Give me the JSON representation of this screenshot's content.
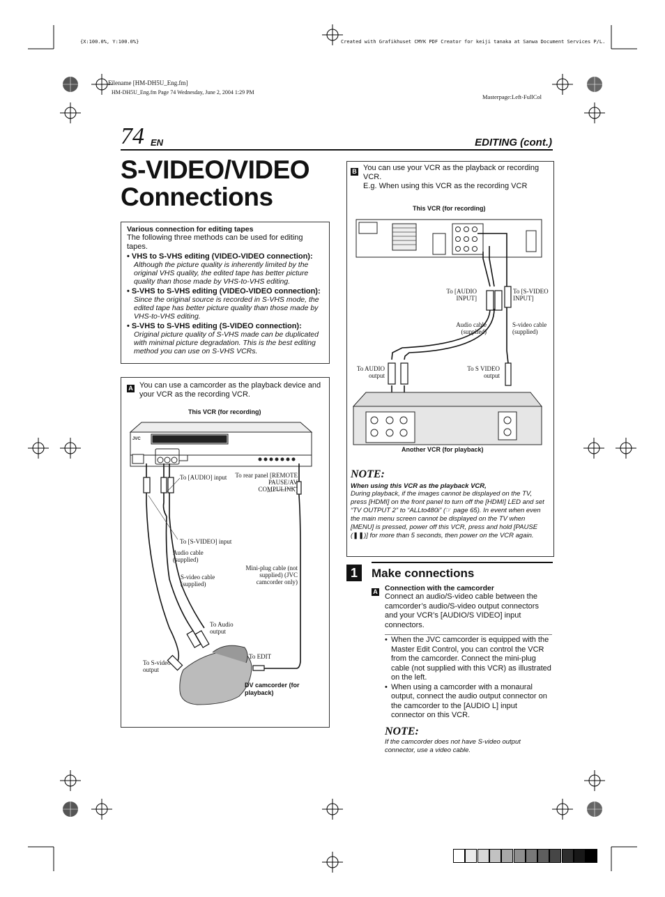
{
  "print_meta": {
    "coords": "{X:100.0%, Y:100.0%}",
    "created_with": "Created with Grafikhuset CMYK PDF Creator for keiji tanaka at Sanwa Document Services P/L.",
    "filename": "Filename [HM-DH5U_Eng.fm]",
    "fm_line": "HM-DH5U_Eng.fm  Page 74  Wednesday, June 2, 2004  1:29 PM",
    "masterpage": "Masterpage:Left-FullCol"
  },
  "header": {
    "page_number": "74",
    "lang": "EN",
    "section": "EDITING (cont.)"
  },
  "title": {
    "line1": "S-VIDEO/VIDEO",
    "line2": "Connections"
  },
  "intro_box": {
    "heading": "Various connection for editing tapes",
    "text": "The following three methods can be used for editing tapes.",
    "items": [
      {
        "title": "• VHS to S-VHS editing (VIDEO-VIDEO connection):",
        "desc": "Although the picture quality is inherently limited by the original VHS quality, the edited tape has better picture quality than those made by VHS-to-VHS editing."
      },
      {
        "title": "• S-VHS to S-VHS editing (VIDEO-VIDEO connection):",
        "desc": "Since the original source is recorded in S-VHS mode, the edited tape has better picture quality than those made by VHS-to-VHS editing."
      },
      {
        "title": "• S-VHS to S-VHS editing (S-VIDEO connection):",
        "desc": "Original picture quality of S-VHS made can be duplicated with minimal picture degradation. This is the best editing method you can use on S-VHS VCRs."
      }
    ]
  },
  "box_a": {
    "marker": "A",
    "text": "You can use a camcorder as the playback device and your VCR as the recording VCR.",
    "diagram_title": "This VCR (for recording)",
    "brand": "JVC",
    "labels": {
      "to_audio_input": "To [AUDIO] input",
      "to_rear_panel": "To rear panel [REMOTE PAUSE/AV COMPULINK]",
      "to_svideo_input": "To [S-VIDEO] input",
      "audio_cable": "Audio cable (supplied)",
      "svideo_cable": "S-video cable (supplied)",
      "miniplug": "Mini-plug cable (not supplied) (JVC camcorder only)",
      "to_audio_output": "To Audio output",
      "to_edit": "To EDIT",
      "to_svideo_output": "To S-video output",
      "dv_camcorder": "DV camcorder (for playback)"
    }
  },
  "box_b": {
    "marker": "B",
    "text1": "You can use your VCR as the playback or recording VCR.",
    "text2": "E.g. When using this VCR as the recording VCR",
    "diagram_title": "This VCR (for recording)",
    "labels": {
      "to_audio_input": "To [AUDIO INPUT]",
      "to_svideo_input": "To [S-VIDEO INPUT]",
      "audio_cable": "Audio cable (supplied)",
      "svideo_cable": "S-video cable (supplied)",
      "to_audio_output": "To AUDIO output",
      "to_s_video_output": "To S VIDEO output",
      "another_vcr": "Another VCR (for playback)"
    },
    "note_title": "NOTE:",
    "note_sub": "When using this VCR as the playback VCR,",
    "note_text": "During playback, if the images cannot be displayed on the TV, press [HDMI] on the front panel to turn off the [HDMI] LED and set “TV OUTPUT 2” to “ALLto480i” (☞ page 65). In event when even the main menu screen cannot be displayed on the TV when [MENU] is pressed, power off this VCR, press and hold [PAUSE (❚❚)] for more than 5 seconds, then power on the VCR again."
  },
  "step1": {
    "number": "1",
    "title": "Make connections",
    "marker": "A",
    "sub_title": "Connection with the camcorder",
    "sub_text": "Connect an audio/S-video cable between the camcorder’s audio/S-video output connectors and your VCR’s [AUDIO/S VIDEO] input connectors.",
    "bullets": [
      "When the JVC camcorder is equipped with the Master Edit Control, you can control the VCR from the camcorder. Connect the mini-plug cable (not supplied with this VCR) as illustrated on the left.",
      "When using a camcorder with a monaural output, connect the audio output connector on the camcorder to the [AUDIO L] input connector on this VCR."
    ],
    "note_title": "NOTE:",
    "note_text": "If the camcorder does not have S-video output connector, use a video cable."
  },
  "color_bar": [
    "#ffffff",
    "#ebebeb",
    "#d8d8d8",
    "#c2c2c2",
    "#a8a8a8",
    "#8f8f8f",
    "#787878",
    "#5e5e5e",
    "#464646",
    "#2e2e2e",
    "#181818",
    "#000000"
  ]
}
